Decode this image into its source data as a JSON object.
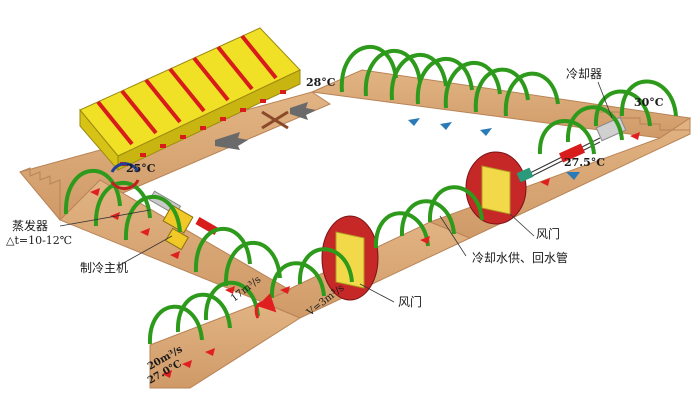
{
  "labels": {
    "cooler": "冷却器",
    "evaporator": "蒸发器",
    "evaporator_dt": "△t=10-12℃",
    "chiller": "制冷主机",
    "air_door_1": "风门",
    "air_door_2": "风门",
    "cooling_pipe": "冷却水供、回水管"
  },
  "temperatures": {
    "t_28": "28°C",
    "t_30": "30°C",
    "t_27_5": "27.5°C",
    "t_25": "25°C",
    "t_27_0": "27.0°C"
  },
  "flows": {
    "q_17": "17m³/s",
    "q_3": "V=3m³/s",
    "q_20": "20m³/s"
  },
  "colors": {
    "floor": "#d9a777",
    "floor_edge": "#b98356",
    "hoop": "#2e9a1c",
    "hoop_light": "#4cc13a",
    "door_red": "#c62828",
    "door_yellow": "#f2d94a",
    "conveyor_yellow": "#f0e026",
    "conveyor_red": "#d81b1b",
    "flow_red": "#e02020",
    "flow_blue": "#2a7ab8"
  }
}
